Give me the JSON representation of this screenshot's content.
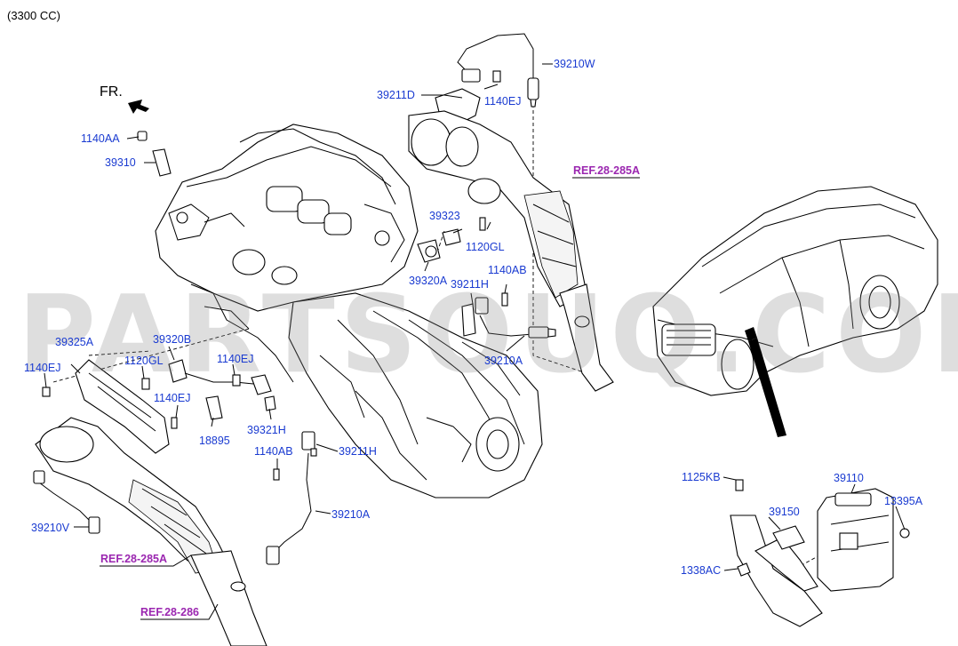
{
  "engine_label": "(3300 CC)",
  "fr_label": "FR.",
  "watermark": "PARTSOUQ.COM",
  "colors": {
    "part_label": "#1a3bd1",
    "ref_label": "#9b27b0",
    "watermark": "#8c8c8c"
  },
  "parts": {
    "p1140AA": "1140AA",
    "p39310": "39310",
    "p39211D": "39211D",
    "p1140EJ_top": "1140EJ",
    "p39210W": "39210W",
    "p39323": "39323",
    "p1120GL_top": "1120GL",
    "p39320A": "39320A",
    "p1140AB_top": "1140AB",
    "p39211H_top": "39211H",
    "p39210A_top": "39210A",
    "p39325A": "39325A",
    "p1140EJ_left": "1140EJ",
    "p39320B": "39320B",
    "p1120GL_left": "1120GL",
    "p1140EJ_mid": "1140EJ",
    "p1140EJ_low": "1140EJ",
    "p18895": "18895",
    "p39321H": "39321H",
    "p1140AB_low": "1140AB",
    "p39211H_low": "39211H",
    "p39210A_low": "39210A",
    "p39210V": "39210V",
    "p1125KB": "1125KB",
    "p39110": "39110",
    "p13395A": "13395A",
    "p39150": "39150",
    "p1338AC": "1338AC"
  },
  "refs": {
    "ref_right": "REF.28-285A",
    "ref_left": "REF.28-285A",
    "ref_bottom": "REF.28-286"
  }
}
